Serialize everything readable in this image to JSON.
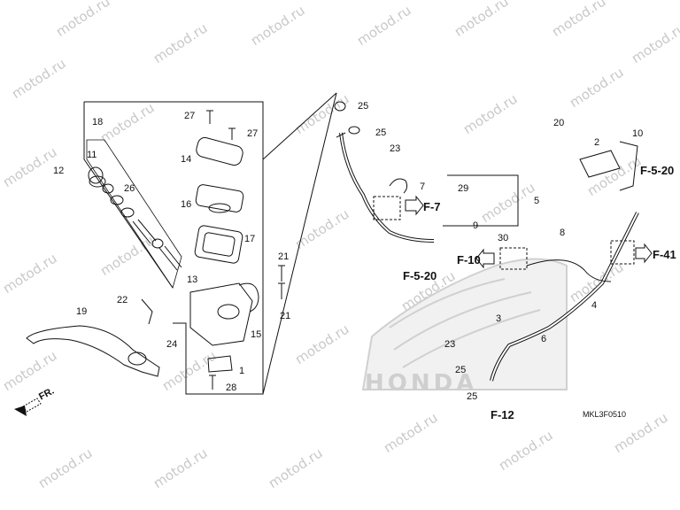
{
  "diagram": {
    "watermark": "motod.ru",
    "drawing_code": "MKL3F0510",
    "direction_label": "FR.",
    "brand_logo": "HONDA",
    "part_labels": [
      "1",
      "2",
      "3",
      "4",
      "5",
      "6",
      "7",
      "8",
      "9",
      "10",
      "11",
      "12",
      "13",
      "14",
      "15",
      "16",
      "17",
      "18",
      "19",
      "20",
      "21",
      "22",
      "23",
      "24",
      "25",
      "26",
      "27",
      "28",
      "29",
      "30"
    ],
    "ref_labels": [
      "F-7",
      "F-5-20",
      "F-10",
      "F-5-20",
      "F-41",
      "F-12"
    ],
    "colors": {
      "line": "#111111",
      "watermark": "#c9c9c9",
      "logo": "#d6d6d6"
    }
  }
}
